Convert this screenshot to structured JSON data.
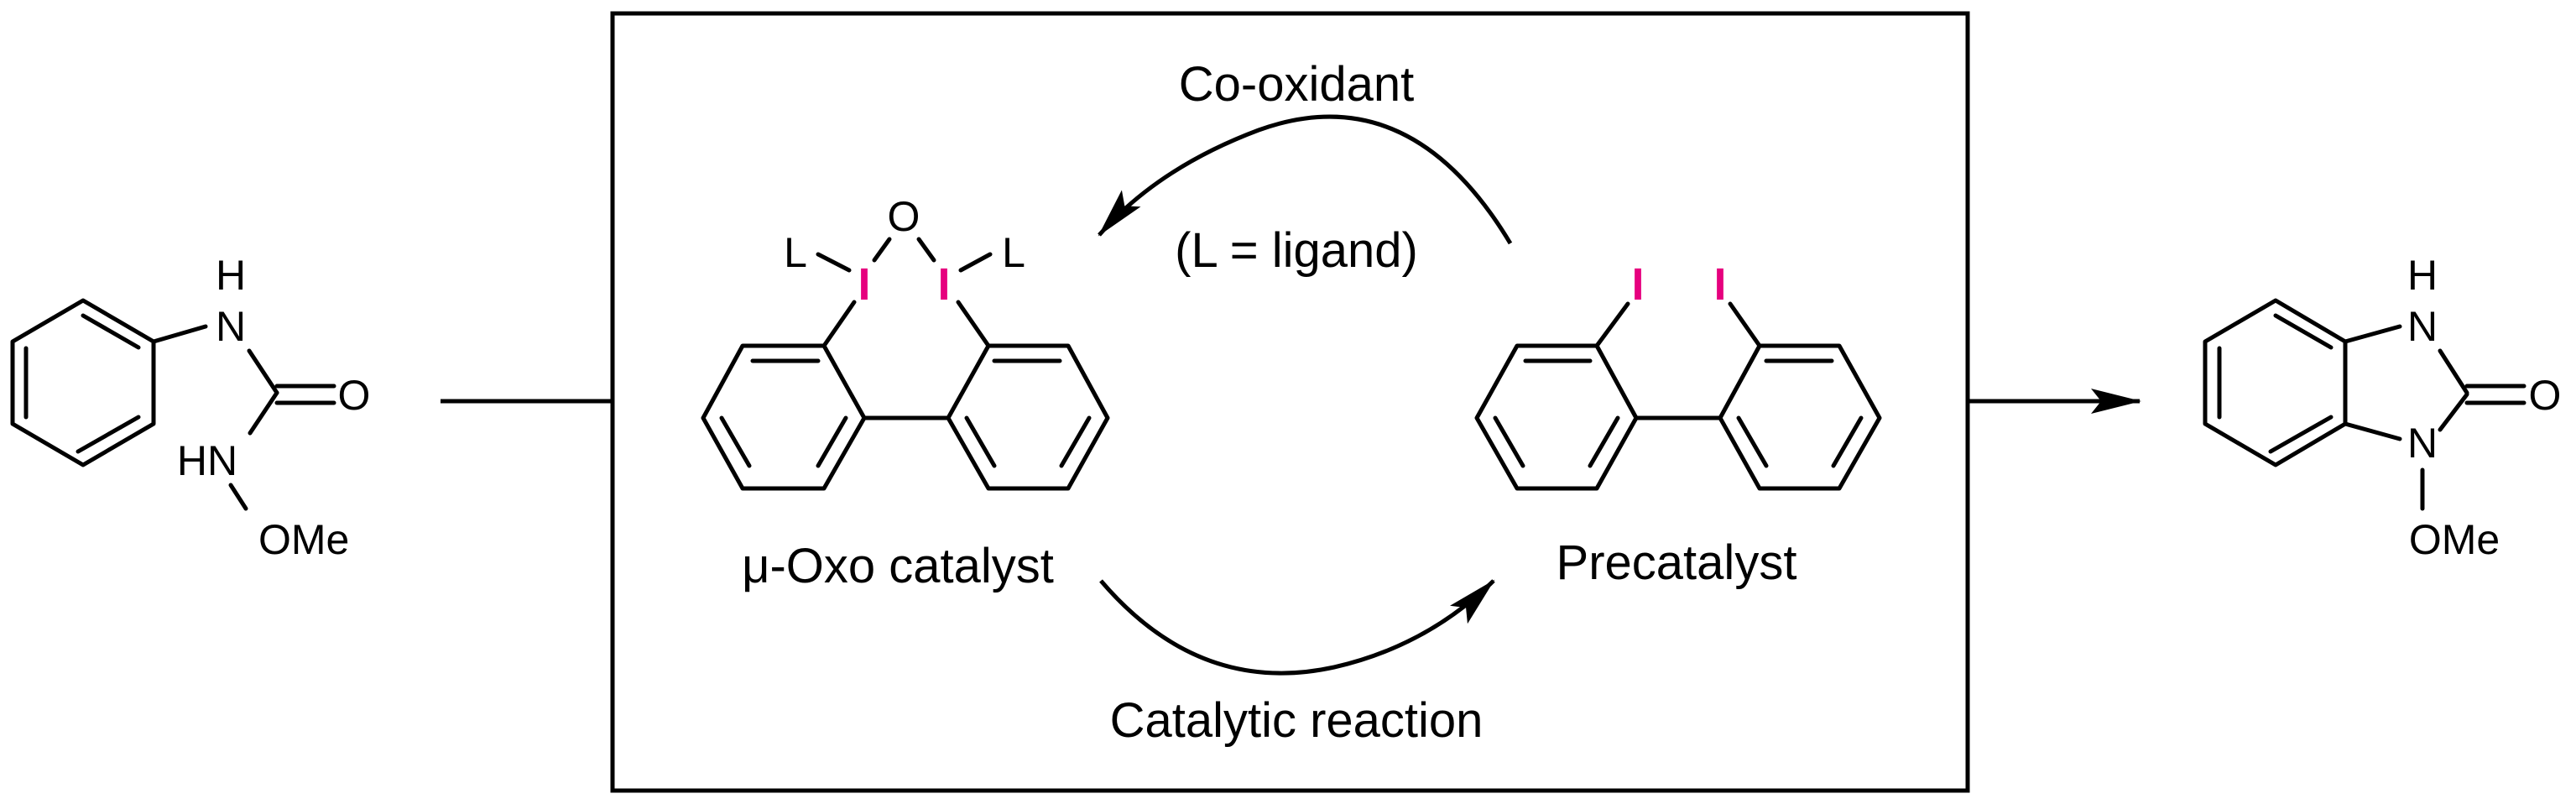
{
  "colors": {
    "iodine": "#e6007e",
    "ink": "#000000",
    "background": "#ffffff"
  },
  "atoms": {
    "H": "H",
    "N": "N",
    "HN": "HN",
    "O": "O",
    "OMe": "OMe",
    "I": "I",
    "L": "L"
  },
  "cycle": {
    "co_oxidant": "Co-oxidant",
    "ligand_note": "(L = ligand)",
    "mu_oxo": "μ-Oxo catalyst",
    "precatalyst": "Precatalyst",
    "catalytic_reaction": "Catalytic reaction"
  }
}
